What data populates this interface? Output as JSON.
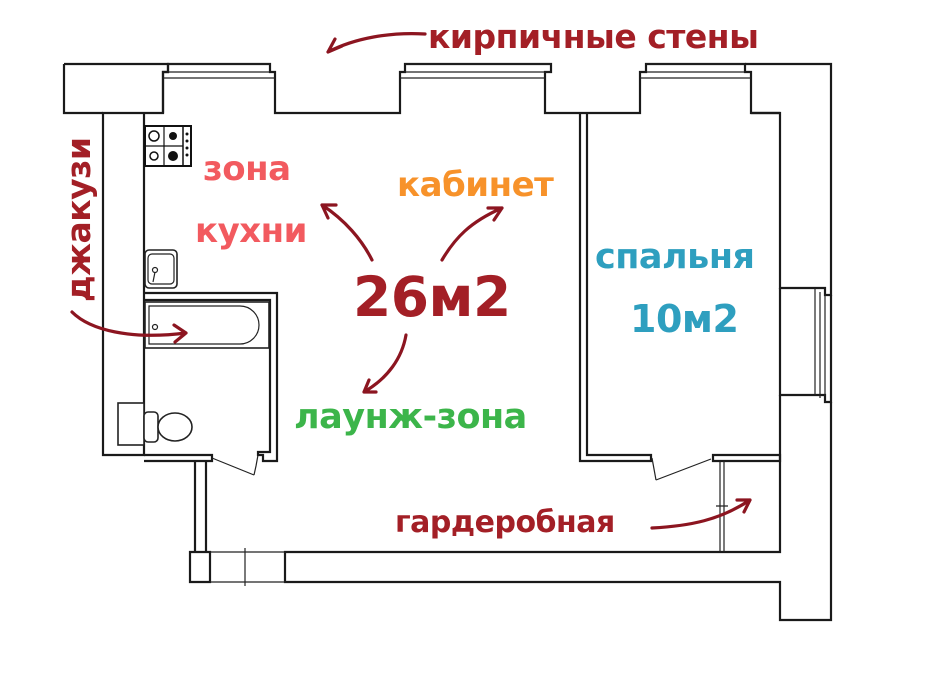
{
  "title": "План квартиры",
  "colors": {
    "annotation": "#a31f26",
    "kitchen": "#f25a5f",
    "office": "#f7922a",
    "bedroom": "#2e9fbf",
    "lounge": "#3cb54a",
    "arrow": "#8c1520",
    "walls": "#1a1a1a"
  },
  "labels": {
    "brick_walls": "кирпичные стены",
    "jacuzzi": "джакузи",
    "kitchen_line1": "зона",
    "kitchen_line2": "кухни",
    "office": "кабинет",
    "main_area": "26м2",
    "bedroom": "спальня",
    "bedroom_area": "10м2",
    "lounge": "лаунж-зона",
    "wardrobe": "гардеробная"
  },
  "fixtures": [
    {
      "name": "stove",
      "icon": "stove-icon"
    },
    {
      "name": "sink",
      "icon": "sink-icon"
    },
    {
      "name": "bathtub",
      "icon": "bathtub-icon"
    },
    {
      "name": "toilet",
      "icon": "toilet-icon"
    }
  ]
}
